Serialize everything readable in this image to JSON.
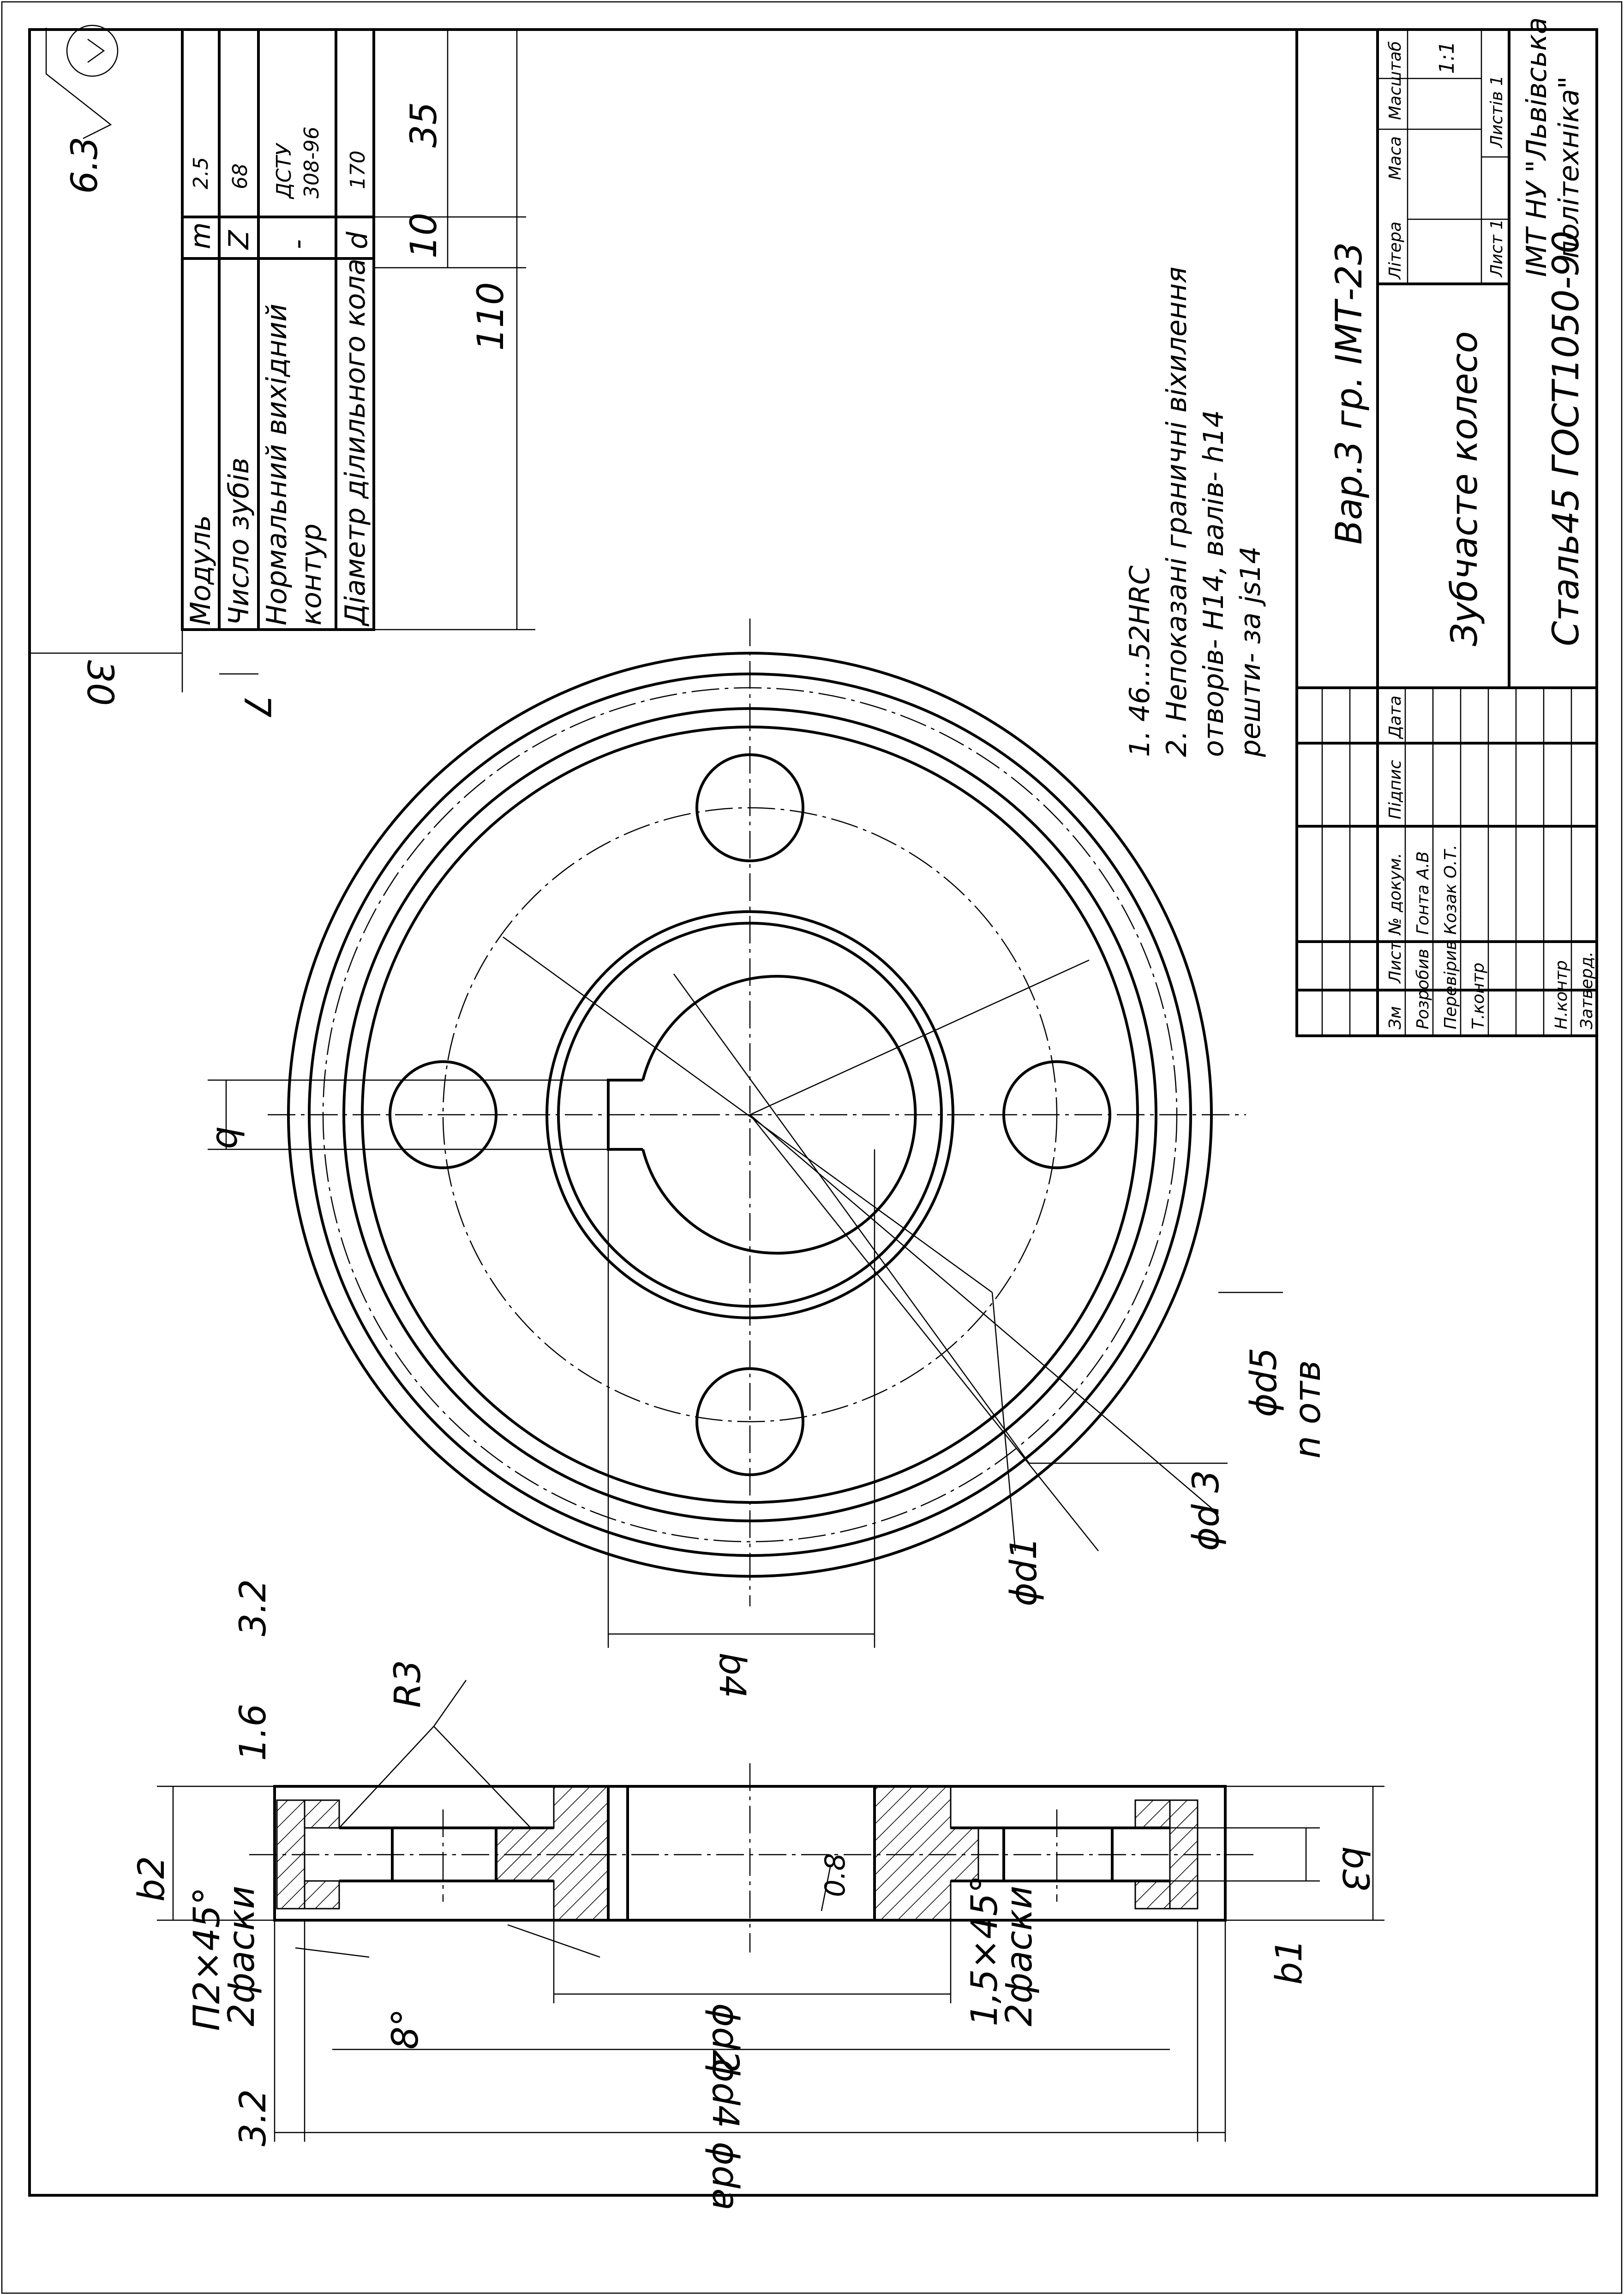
{
  "roughness": {
    "general": "6.3",
    "r1": "3.2",
    "r2": "1.6",
    "r3": "3.2"
  },
  "params_table": {
    "rows": [
      {
        "name": "Модуль",
        "sym": "m",
        "val": "2.5"
      },
      {
        "name": "Число зубів",
        "sym": "Z",
        "val": "68"
      },
      {
        "name1": "Нормальний вихідний",
        "name2": "контур",
        "sym": "-",
        "val1": "ДСТУ",
        "val2": "308-96"
      },
      {
        "name": "Діаметр ділильного кола",
        "sym": "d",
        "val": "170"
      }
    ]
  },
  "dims": {
    "d35": "35",
    "d10": "10",
    "d110": "110",
    "d30": "30",
    "d7": "7",
    "b": "b",
    "b4": "b4",
    "d1": "ϕd1",
    "d3": "ϕd 3",
    "d5": "ϕd5",
    "n_otv": "n отв",
    "r3": "R3",
    "b2": "b2",
    "b3": "b3",
    "b1": "b1",
    "d08": "0.8",
    "ch1a": "П2×45°",
    "ch1b": "2фаски",
    "ch2a": "1,5×45°",
    "ch2b": "2фаски",
    "ang": "8°",
    "phi_d2": "ϕd2",
    "phi_d4": "ϕd4",
    "phi_da": "ϕda"
  },
  "notes": {
    "n1": "1. 46...52HRC",
    "n2": "2. Непоказані граничні віхилення",
    "n3": "отворів- H14, валів- h14",
    "n4": "решти- за js14"
  },
  "title_block": {
    "variant": "Вар.3  гр. ІМТ-23",
    "part_name": "Зубчасте колесо",
    "material": "Сталь45 ГОСТ1050-90",
    "org1": "ІМТ НУ \"Львівська",
    "org2": "політехніка\"",
    "litera": "Літера",
    "masa": "Маса",
    "masshtab": "Масштаб",
    "scale_val": "1:1",
    "sheet": "Лист 1",
    "sheets": "Листів 1",
    "h_zm": "Зм",
    "h_list": "Лист",
    "h_doc": "№ докум.",
    "h_sign": "Підпис",
    "h_date": "Дата",
    "r_dev": "Розробив",
    "r_dev_name": "Гонта А.В",
    "r_chk": "Перевірив",
    "r_chk_name": "Козак О.Т.",
    "r_tk": "Т.контр",
    "r_nk": "Н.контр",
    "r_app": "Затверд."
  }
}
